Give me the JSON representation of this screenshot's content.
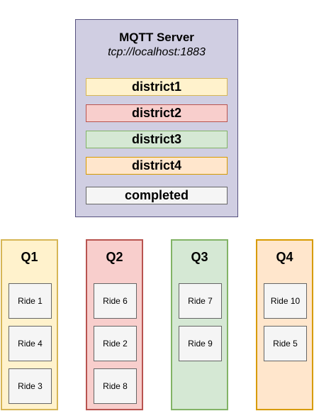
{
  "server": {
    "title": "MQTT Server",
    "url": "tcp://localhost:1883",
    "fill": "#d0cee2",
    "stroke": "#56517e"
  },
  "topics": [
    {
      "label": "district1",
      "fill": "#fff2cc",
      "stroke": "#d6b656"
    },
    {
      "label": "district2",
      "fill": "#f8cecc",
      "stroke": "#b85450"
    },
    {
      "label": "district3",
      "fill": "#d5e8d4",
      "stroke": "#82b366"
    },
    {
      "label": "district4",
      "fill": "#ffe6cc",
      "stroke": "#d79b00"
    },
    {
      "label": "completed",
      "fill": "#f5f5f5",
      "stroke": "#666666"
    }
  ],
  "queues": [
    {
      "label": "Q1",
      "fill": "#fff2cc",
      "stroke": "#d6b656",
      "rides": [
        "Ride 1",
        "Ride 4",
        "Ride 3"
      ]
    },
    {
      "label": "Q2",
      "fill": "#f8cecc",
      "stroke": "#b85450",
      "rides": [
        "Ride 6",
        "Ride 2",
        "Ride 8"
      ]
    },
    {
      "label": "Q3",
      "fill": "#d5e8d4",
      "stroke": "#82b366",
      "rides": [
        "Ride 7",
        "Ride 9"
      ]
    },
    {
      "label": "Q4",
      "fill": "#ffe6cc",
      "stroke": "#d79b00",
      "rides": [
        "Ride 10",
        "Ride 5"
      ]
    }
  ]
}
